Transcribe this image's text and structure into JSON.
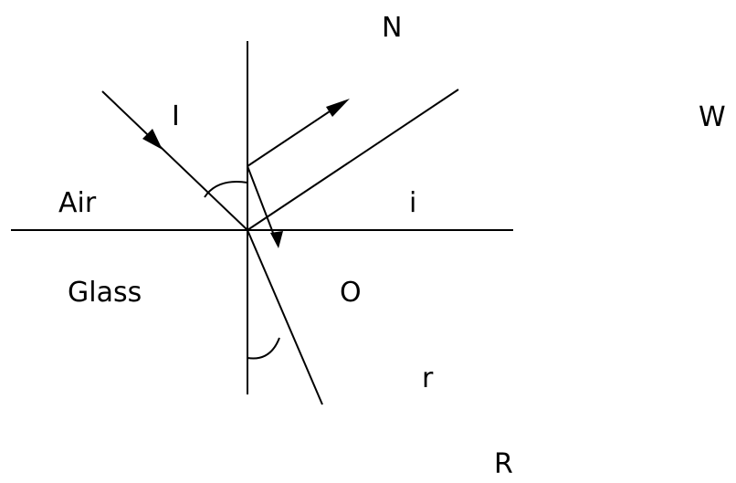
{
  "diagram": {
    "labels": {
      "normal": "N",
      "incident": "I",
      "wavefront": "W",
      "air": "Air",
      "angle_i": "i",
      "glass": "Glass",
      "origin": "O",
      "angle_r": "r",
      "refracted": "R"
    },
    "colors": {
      "line": "#000000",
      "background": "#ffffff"
    }
  }
}
